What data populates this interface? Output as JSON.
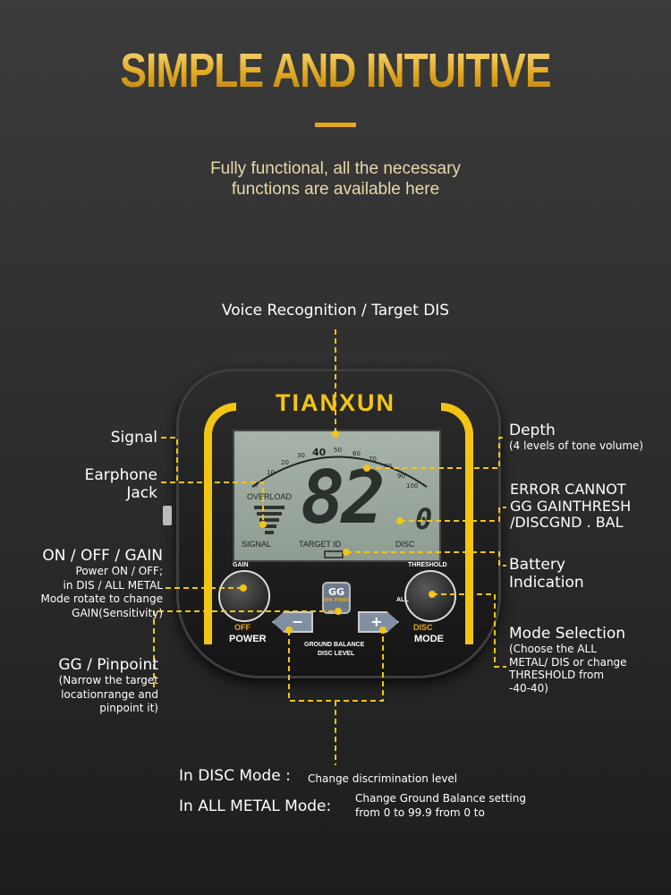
{
  "header": {
    "title": "SIMPLE AND INTUITIVE",
    "subtitle_lines": [
      "Fully functional, all the necessary",
      "functions are available here"
    ]
  },
  "device": {
    "brand": "TIANXUN",
    "lcd": {
      "overload": "OVERLOAD",
      "signal": "SIGNAL",
      "target_id_label": "TARGET ID",
      "disc": "DISC",
      "target_id": "82",
      "disc_value": "0",
      "scale": [
        "0",
        "10",
        "20",
        "30",
        "40",
        "50",
        "60",
        "70",
        "80",
        "90",
        "100"
      ]
    },
    "gain": "GAIN",
    "off": "OFF",
    "power": "POWER",
    "threshold": "THRESHOLD",
    "all": "ALL",
    "disc": "DISC",
    "mode": "MODE",
    "gg": "GG",
    "pinpoint": "PIN POINT",
    "minus": "−",
    "plus": "+",
    "ground_balance": "GROUND BALANCE",
    "disc_level": "DISC LEVEL"
  },
  "callouts": {
    "voice": "Voice Recognition / Target DIS",
    "signal": "Signal",
    "earphone": [
      "Earphone",
      "Jack"
    ],
    "on_off": {
      "title": "ON / OFF / GAIN",
      "lines": [
        "Power ON / OFF;",
        "in DIS / ALL METAL",
        "Mode rotate to change",
        "GAIN(Sensitivity)"
      ]
    },
    "gg": {
      "title": "GG / Pinpoint",
      "lines": [
        "(Narrow the target",
        "locationrange and",
        "pinpoint it)"
      ]
    },
    "depth": {
      "title": "Depth",
      "sub": "(4 levels of tone volume)"
    },
    "error": [
      "ERROR CANNOT",
      "GG GAINTHRESH",
      "/DISCGND . BAL"
    ],
    "battery": [
      "Battery",
      "Indication"
    ],
    "mode": {
      "title": "Mode Selection",
      "lines": [
        "(Choose the ALL",
        "METAL/ DIS or change",
        "THRESHOLD from",
        "-40-40)"
      ]
    },
    "disc_mode": {
      "label": "In DISC Mode :",
      "desc": "Change discrimination level"
    },
    "all_metal": {
      "label": "In ALL METAL Mode:",
      "desc": [
        "Change Ground Balance setting",
        "from 0 to 99.9 from 0 to"
      ]
    }
  },
  "colors": {
    "accent": "#f2c515",
    "gold": "#e5a81c",
    "lcd": "#9ca89e"
  }
}
